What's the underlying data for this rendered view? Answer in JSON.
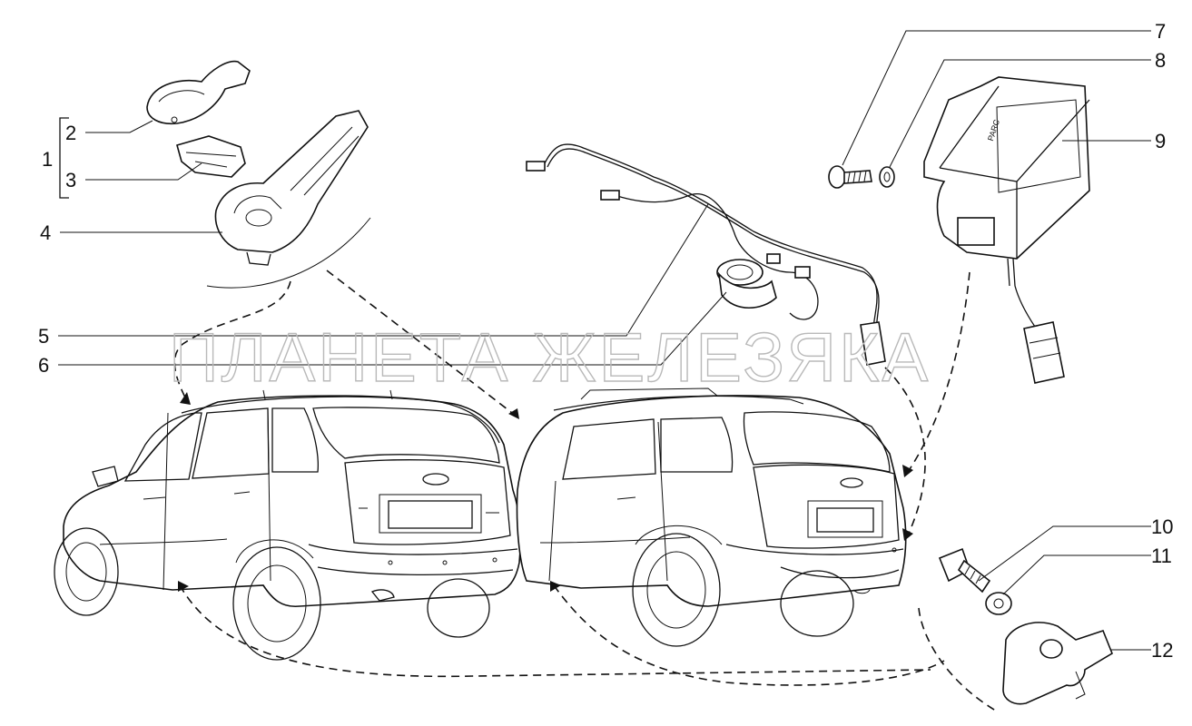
{
  "watermark": "ПЛАНЕТА ЖЕЛЕЗЯКА",
  "callouts": [
    "1",
    "2",
    "3",
    "4",
    "5",
    "6",
    "7",
    "8",
    "9",
    "10",
    "11",
    "12"
  ],
  "module_label": "PARC"
}
